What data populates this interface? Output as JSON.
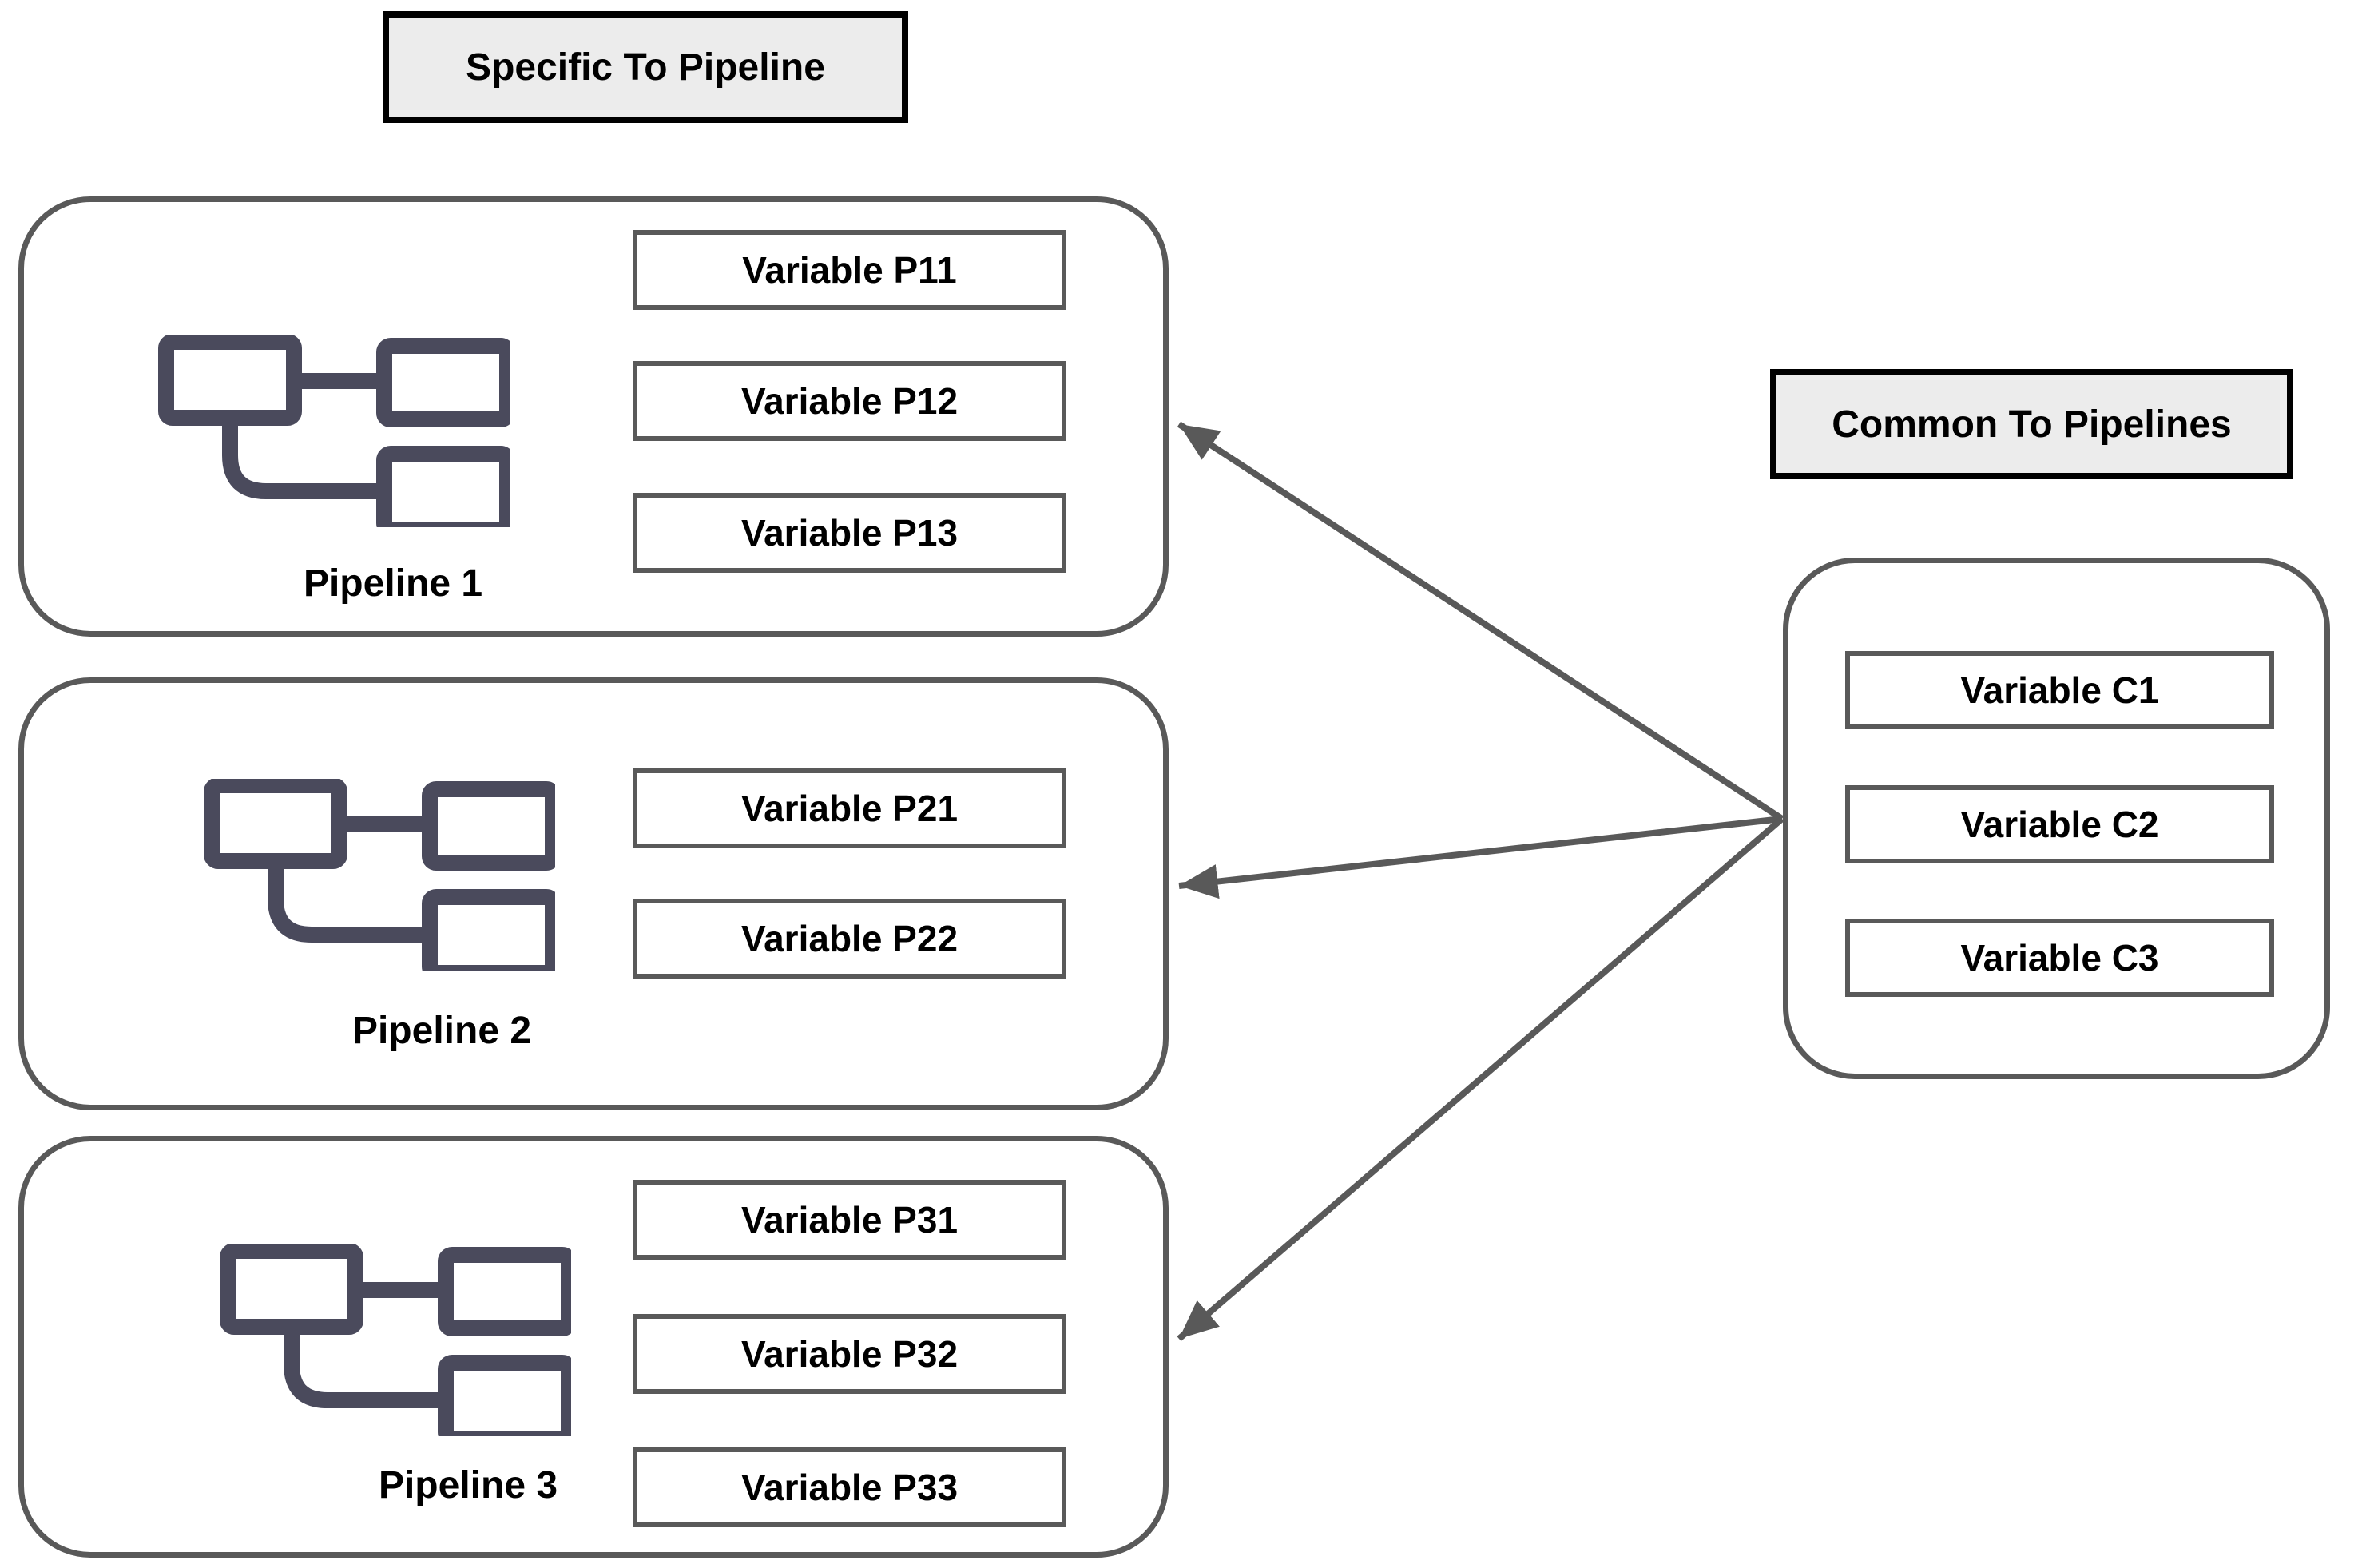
{
  "titles": {
    "specific": "Specific To Pipeline",
    "common": "Common To Pipelines"
  },
  "pipelines": [
    {
      "label": "Pipeline 1",
      "variables": [
        "Variable P11",
        "Variable P12",
        "Variable P13"
      ]
    },
    {
      "label": "Pipeline 2",
      "variables": [
        "Variable P21",
        "Variable P22"
      ]
    },
    {
      "label": "Pipeline 3",
      "variables": [
        "Variable P31",
        "Variable P32",
        "Variable P33"
      ]
    }
  ],
  "common_box": {
    "variables": [
      "Variable C1",
      "Variable C2",
      "Variable C3"
    ]
  },
  "icons": {
    "pipeline_icon": "flowchart-nodes-icon"
  },
  "colors": {
    "box_border": "#595959",
    "title_fill": "#ececec",
    "title_border": "#000000",
    "icon_color": "#4a4a5c",
    "arrow_color": "#595959",
    "text_color": "#000000",
    "background": "#ffffff"
  }
}
